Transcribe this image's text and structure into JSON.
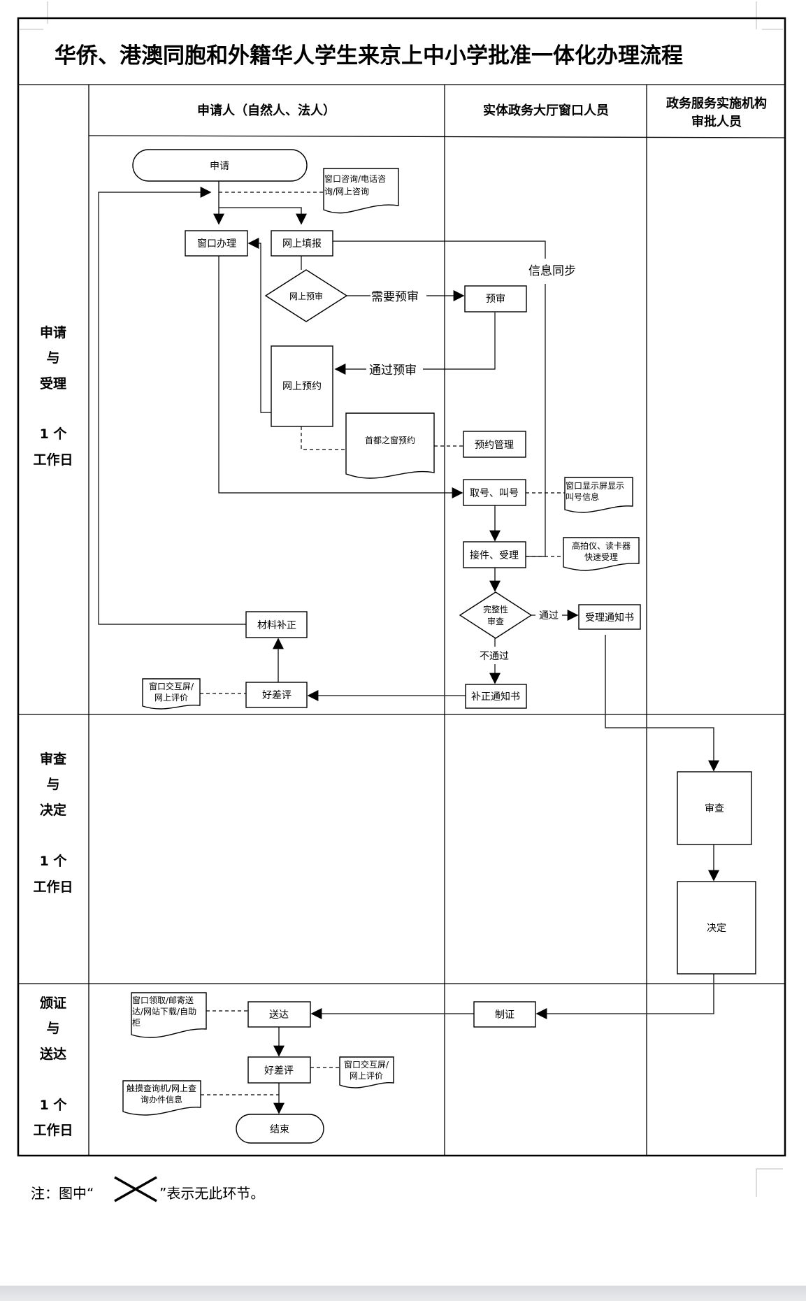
{
  "title": "华侨、港澳同胞和外籍华人学生来京上中小学批准一体化办理流程",
  "lanes": {
    "applicant": "申请人（自然人、法人）",
    "window_staff": "实体政务大厅窗口人员",
    "approver_line1": "政务服务实施机构",
    "approver_line2": "审批人员"
  },
  "phases": [
    {
      "name_lines": [
        "申请",
        "与",
        "受理"
      ],
      "duration_lines": [
        "1 个",
        "工作日"
      ]
    },
    {
      "name_lines": [
        "审查",
        "与",
        "决定"
      ],
      "duration_lines": [
        "1 个",
        "工作日"
      ]
    },
    {
      "name_lines": [
        "颁证",
        "与",
        "送达"
      ],
      "duration_lines": [
        "1 个",
        "工作日"
      ]
    }
  ],
  "nodes": {
    "apply": "申请",
    "consult_doc": [
      "窗口咨询/电话咨",
      "询/网上咨询"
    ],
    "window_handle": "窗口办理",
    "online_fill": "网上填报",
    "online_precheck": "网上预审",
    "need_precheck": "需要预审",
    "precheck": "预审",
    "info_sync": "信息同步",
    "pass_precheck": "通过预审",
    "online_booking": "网上预约",
    "capital_window_booking": "首都之窗预约",
    "booking_mgmt": "预约管理",
    "take_number": "取号、叫号",
    "display_doc": [
      "窗口显示屏显示",
      "叫号信息"
    ],
    "receive_accept": "接件、受理",
    "scanner_doc": [
      "高拍仪、读卡器",
      "快速受理"
    ],
    "completeness_check": [
      "完整性",
      "审查"
    ],
    "pass": "通过",
    "accept_notice": "受理通知书",
    "fail": "不通过",
    "supplement_notice": "补正通知书",
    "rating1": "好差评",
    "rating_doc1": [
      "窗口交互屏/",
      "网上评价"
    ],
    "material_supplement": "材料补正",
    "review": "审查",
    "decision": "决定",
    "make_cert": "制证",
    "deliver": "送达",
    "deliver_doc": [
      "窗口领取/邮寄送",
      "达/网站下载/自助",
      "柜"
    ],
    "rating2": "好差评",
    "rating_doc2": [
      "窗口交互屏/",
      "网上评价"
    ],
    "query_doc": [
      "触摸查询机/网上查",
      "询办件信息"
    ],
    "end": "结束"
  },
  "note": {
    "prefix": "注：图中“",
    "suffix": "”表示无此环节。",
    "symbol": "cross-icon"
  }
}
